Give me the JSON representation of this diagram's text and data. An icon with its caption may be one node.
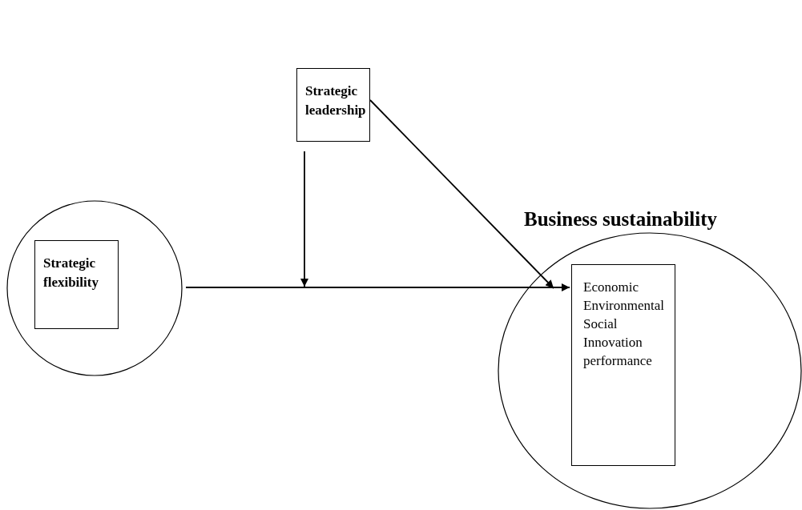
{
  "diagram": {
    "nodes": [
      {
        "text": [
          "Strategic leadership"
        ]
      },
      {
        "text": [],
        "shape": "circle"
      },
      {
        "text": [
          "Strategic flexibility"
        ],
        "in": 1
      },
      {
        "text": [
          "Business sustainability"
        ]
      },
      {
        "text": [
          "Economic",
          "Environmental",
          "Social",
          "Innovation performance"
        ],
        "in": 3
      }
    ],
    "edges": [
      {
        "from": 0,
        "to": null,
        "arrow": "to"
      },
      {
        "from": 1,
        "to": 4,
        "arrow": "to"
      },
      {
        "from": 0,
        "to": 4,
        "arrow": "to"
      }
    ]
  }
}
